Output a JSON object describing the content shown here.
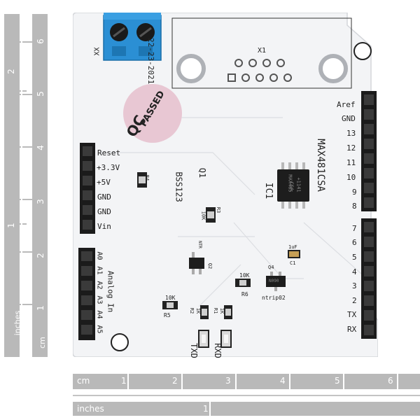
{
  "rulers": {
    "cm_label": "cm",
    "inches_label": "inches",
    "cm_marks": [
      "1",
      "2",
      "3",
      "4",
      "5",
      "6"
    ],
    "inch_marks": [
      "1"
    ]
  },
  "board": {
    "date_code": "22-23-2021",
    "qc_stamp": {
      "line1": "QC",
      "line2": "PASSED"
    },
    "connector_label": "X1",
    "terminal_label": "XX",
    "ic_label": "IC1",
    "ic_part": "MAX481CSA",
    "chip_marking": [
      "MAX485",
      "CSA",
      "+1141"
    ],
    "transistor_label": "Q1",
    "transistor_part": "BSS123",
    "power_header": [
      "Reset",
      "+3.3V",
      "+5V",
      "GND",
      "GND",
      "Vin"
    ],
    "analog_header": [
      "A0",
      "A1",
      "A2",
      "A3",
      "A4",
      "A5"
    ],
    "analog_title": "Analog In",
    "digital_header_top": [
      "Aref",
      "GND",
      "13",
      "12",
      "11",
      "10",
      "9",
      "8"
    ],
    "digital_header_bottom": [
      "7",
      "6",
      "5",
      "4",
      "3",
      "2",
      "TX",
      "RX"
    ],
    "components": {
      "r4": "R4",
      "r3": "R3",
      "r3_value": "10K",
      "q2": "Q2",
      "q2_marking": "NTR",
      "r6": "R6",
      "r6_value": "10K",
      "r5": "R5",
      "r5_value": "10K",
      "r2": "R2",
      "r2_value": "1K",
      "r1": "R1",
      "r1_value": "1K",
      "c1": "C1",
      "c1_value": "1uF",
      "q4_label": "Q4",
      "q4_marking": "N090",
      "q4_part": "ntrip02"
    },
    "led_labels": {
      "tx": "TXD",
      "rx": "RXD"
    }
  },
  "colors": {
    "board": "#f3f4f6",
    "terminal_block": "#2b8fd4",
    "header": "#1b1b1b",
    "ruler": "#b9b9b9",
    "qc_sticker": "#e8c7d3"
  }
}
